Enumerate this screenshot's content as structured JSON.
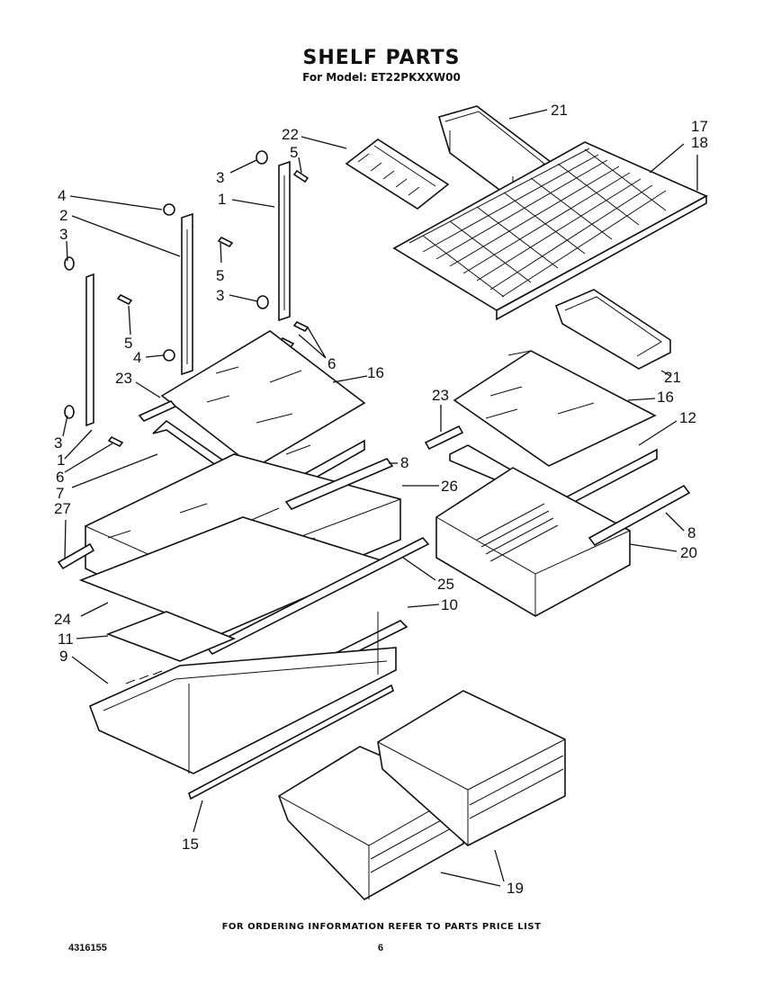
{
  "header": {
    "title": "SHELF PARTS",
    "model_line": "For Model: ET22PKXXW00"
  },
  "footer": {
    "ordering_note": "FOR ORDERING INFORMATION REFER TO PARTS PRICE LIST",
    "document_number": "4316155",
    "page_number": "6"
  },
  "callouts": {
    "c21a": "21",
    "c17": "17",
    "c18": "18",
    "c22": "22",
    "c5a": "5",
    "c3a": "3",
    "c1a": "1",
    "c4a": "4",
    "c2": "2",
    "c3b": "3",
    "c5b": "5",
    "c3c": "3",
    "c5c": "5",
    "c4b": "4",
    "c6a": "6",
    "c23a": "23",
    "c16a": "16",
    "c21b": "21",
    "c23b": "23",
    "c16b": "16",
    "c12": "12",
    "c3d": "3",
    "c1b": "1",
    "c6b": "6",
    "c7": "7",
    "c8a": "8",
    "c26": "26",
    "c27": "27",
    "c8b": "8",
    "c20": "20",
    "c25": "25",
    "c24": "24",
    "c10": "10",
    "c11": "11",
    "c9": "9",
    "c15": "15",
    "c19": "19"
  }
}
